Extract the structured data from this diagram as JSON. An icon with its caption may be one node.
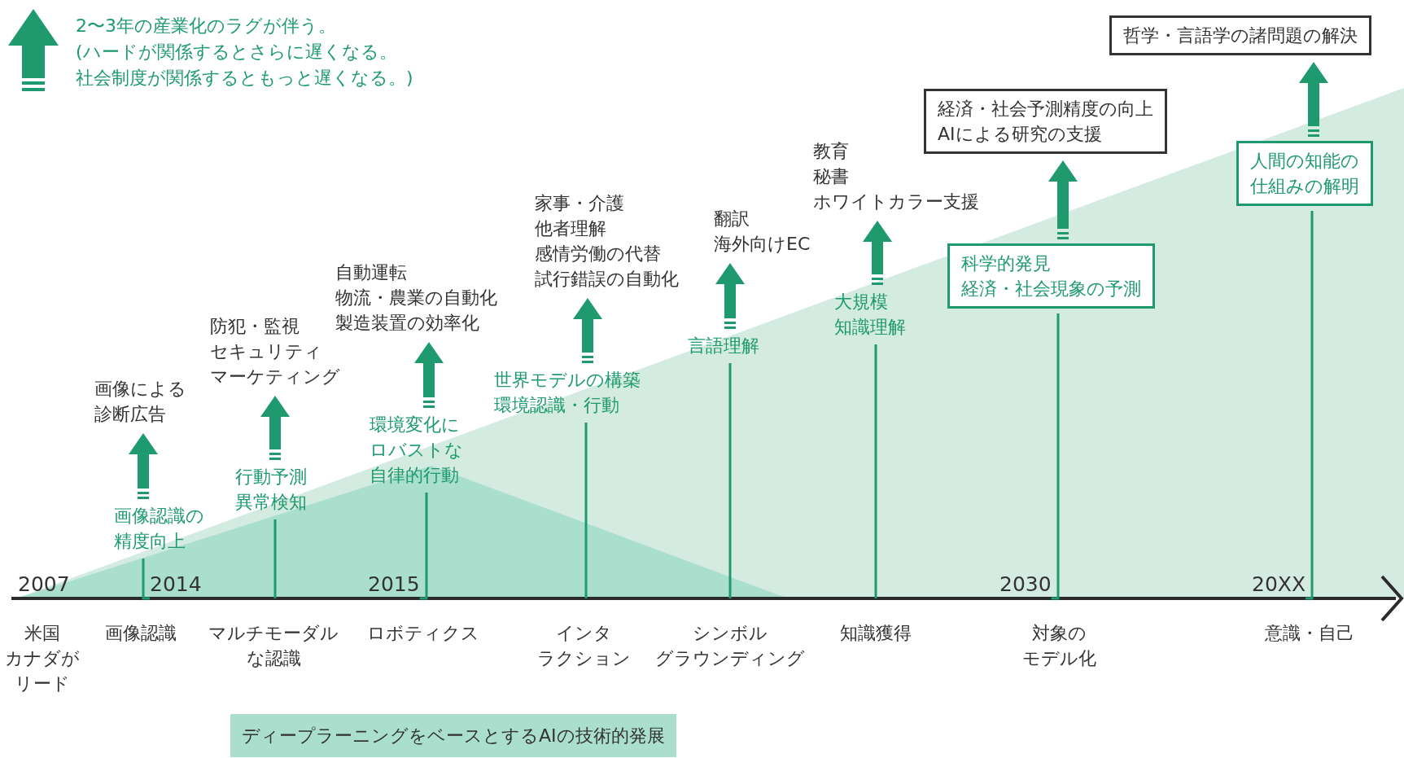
{
  "diagram": {
    "nodes": [
      {
        "text": [
          "画像認識の精度向上"
        ]
      },
      {
        "text": [
          "画像による診断広告"
        ]
      },
      {
        "text": [
          "行動予測",
          "異常検知"
        ]
      },
      {
        "text": [
          "防犯・監視",
          "セキュリティ",
          "マーケティング"
        ]
      },
      {
        "text": [
          "環境変化にロバストな自律的行動"
        ]
      },
      {
        "text": [
          "自動運転",
          "物流・農業の自動化",
          "製造装置の効率化"
        ]
      },
      {
        "text": [
          "世界モデルの構築",
          "環境認識・行動"
        ]
      },
      {
        "text": [
          "家事・介護",
          "他者理解",
          "感情労働の代替",
          "試行錯誤の自動化"
        ]
      },
      {
        "text": [
          "言語理解"
        ]
      },
      {
        "text": [
          "翻訳",
          "海外向けEC"
        ]
      },
      {
        "text": [
          "大規模知識理解"
        ]
      },
      {
        "text": [
          "教育",
          "秘書",
          "ホワイトカラー支援"
        ]
      },
      {
        "text": [
          "科学的発見",
          "経済・社会現象の予測"
        ]
      },
      {
        "text": [
          "経済・社会予測精度の向上",
          "AIによる研究の支援"
        ]
      },
      {
        "text": [
          "人間の知能の仕組みの解明"
        ]
      },
      {
        "text": [
          "哲学・言語学の諸問題の解決"
        ]
      },
      {
        "text": [
          "ディープラーニングをベースとするAIの技術的発展"
        ]
      },
      {
        "text": [
          "2014"
        ]
      },
      {
        "text": [
          "2015"
        ]
      },
      {
        "text": [
          "2030"
        ]
      },
      {
        "text": [
          "20XX"
        ]
      }
    ],
    "edges": [
      {
        "from": 0,
        "to": 1,
        "arrow": "to"
      },
      {
        "from": 2,
        "to": 3,
        "arrow": "to"
      },
      {
        "from": 4,
        "to": 5,
        "arrow": "to"
      },
      {
        "from": 6,
        "to": 7,
        "arrow": "to"
      },
      {
        "from": 8,
        "to": 9,
        "arrow": "to"
      },
      {
        "from": 10,
        "to": 11,
        "arrow": "to"
      },
      {
        "from": 12,
        "to": 13,
        "arrow": "to"
      },
      {
        "from": 14,
        "to": 15,
        "arrow": "to"
      },
      {
        "from": 17,
        "to": 0,
        "arrow": "none"
      },
      {
        "from": 18,
        "to": 4,
        "arrow": "none"
      },
      {
        "from": 19,
        "to": 12,
        "arrow": "none"
      },
      {
        "from": 20,
        "to": 14,
        "arrow": "none"
      }
    ],
    "labels": [
      "2007",
      "米国カナダがリード",
      "画像認識",
      "マルチモーダルな認識",
      "ロボティクス",
      "インタラクション",
      "シンボルグラウンディング",
      "知識獲得",
      "対象のモデル化",
      "意識・自己"
    ],
    "legend": [
      {
        "text": "2〜3年の産業化のラグが伴う。"
      },
      {
        "text": "(ハードが関係するとさらに遅くなる。"
      },
      {
        "text": "社会制度が関係するともっと遅くなる。)"
      }
    ]
  }
}
